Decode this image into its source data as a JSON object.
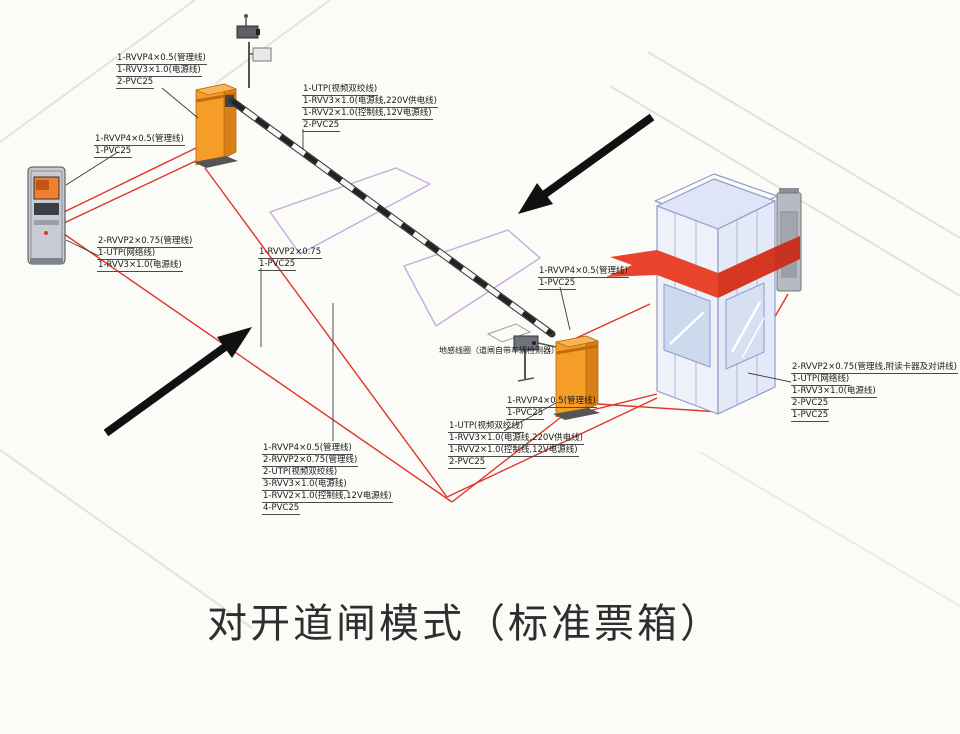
{
  "title": "对开道闸模式（标准票箱）",
  "colors": {
    "cable_red": "#e0342a",
    "gate_orange": "#f59d26",
    "booth_blue": "#8f9bcc",
    "ribbon_red": "#e8432b",
    "island_purple": "#c9a9e0",
    "arrow_black": "#111111"
  },
  "labels": {
    "gate1_cables": {
      "lines": [
        "1-RVVP4×0.5(管理线)",
        "1-RVV3×1.0(电源线)",
        "2-PVC25"
      ]
    },
    "reader_cables": {
      "lines": [
        "1-RVVP4×0.5(管理线)",
        "1-PVC25"
      ]
    },
    "camera1_cables": {
      "lines": [
        "1-UTP(视频双绞线)",
        "1-RVV3×1.0(电源线,220V供电线)",
        "1-RVV2×1.0(控制线,12V电源线)",
        "2-PVC25"
      ]
    },
    "ticketbox_net": {
      "lines": [
        "2-RVVP2×0.75(管理线)",
        "1-UTP(网络线)",
        "1-RVV3×1.0(电源线)"
      ]
    },
    "lane_line": {
      "lines": [
        "1-RVVP2×0.75",
        "1-PVC25"
      ]
    },
    "gate2_top": {
      "lines": [
        "1-RVVP4×0.5(管理线)",
        "1-PVC25"
      ]
    },
    "ground_loop": {
      "text": "地感线圈（道闸自带车辆检测器）"
    },
    "gate2_mid": {
      "lines": [
        "1-RVVP4×0.5(管理线)",
        "1-PVC25"
      ]
    },
    "camera2_cables": {
      "lines": [
        "1-UTP(视频双绞线)",
        "1-RVV3×1.0(电源线,220V供电线)",
        "1-RVV2×1.0(控制线,12V电源线)",
        "2-PVC25"
      ]
    },
    "trunk_cables": {
      "lines": [
        "1-RVVP4×0.5(管理线)",
        "2-RVVP2×0.75(管理线)",
        "2-UTP(视频双绞线)",
        "3-RVV3×1.0(电源线)",
        "1-RVV2×1.0(控制线,12V电源线)",
        "4-PVC25"
      ]
    },
    "booth_cables": {
      "lines": [
        "2-RVVP2×0.75(管理线,附读卡器及对讲线)",
        "1-UTP(网络线)",
        "1-RVV3×1.0(电源线)",
        "2-PVC25",
        "1-PVC25"
      ]
    }
  }
}
